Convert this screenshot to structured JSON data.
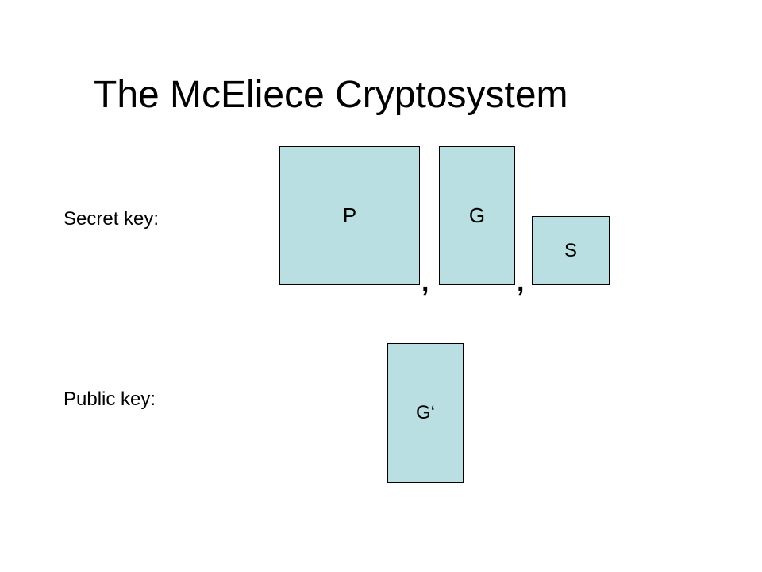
{
  "title": "The McEliece Cryptosystem",
  "secret_key": {
    "label": "Secret key:",
    "matrices": [
      "P",
      "G",
      "S"
    ],
    "separators": [
      ",",
      ","
    ]
  },
  "public_key": {
    "label": "Public key:",
    "matrix": "G‘"
  },
  "colors": {
    "matrix_fill": "#b9dfe2",
    "text": "#000000",
    "background": "#ffffff"
  }
}
